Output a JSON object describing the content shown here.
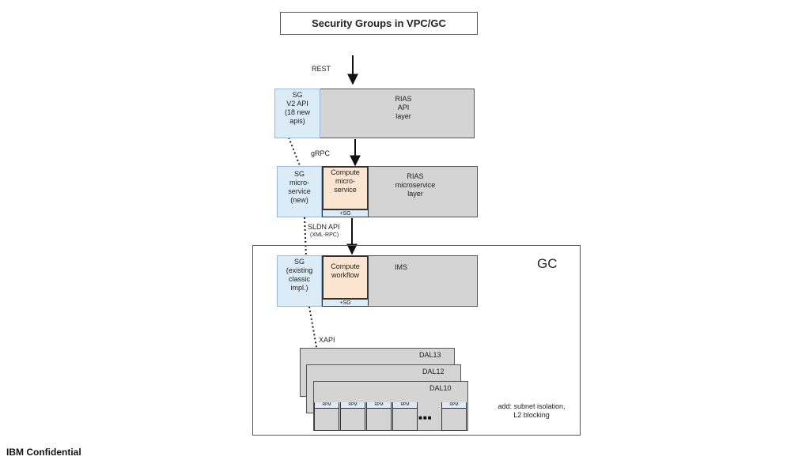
{
  "title": "Security Groups in VPC/GC",
  "arrows": {
    "rest": "REST",
    "grpc": "gRPC",
    "sldn_api": "SLDN API",
    "sldn_api_sub": "(XML-RPC)",
    "xapi": "XAPI"
  },
  "api_layer": {
    "sg_line1": "SG",
    "sg_line2": "V2 API",
    "sg_line3": "(18 new",
    "sg_line4": "apis)",
    "rias_line1": "RIAS",
    "rias_line2": "API",
    "rias_line3": "layer"
  },
  "microservice_layer": {
    "sg_line1": "SG",
    "sg_line2": "micro-",
    "sg_line3": "service",
    "sg_line4": "(new)",
    "compute_line1": "Compute",
    "compute_line2": "micro-",
    "compute_line3": "service",
    "compute_sg": "+SG",
    "rias_line1": "RIAS",
    "rias_line2": "microservice",
    "rias_line3": "layer"
  },
  "gc": {
    "label": "GC",
    "sg_line1": "SG",
    "sg_line2": "(existing",
    "sg_line3": "classic",
    "sg_line4": "impl.)",
    "compute_line1": "Compute",
    "compute_line2": "workflow",
    "compute_sg": "+SG",
    "ims": "IMS"
  },
  "datacenters": [
    "DAL13",
    "DAL12",
    "DAL10"
  ],
  "rpm_label": "RPM",
  "ellipsis": "■■■",
  "note_line1": "add: subnet isolation,",
  "note_line2": "L2 blocking",
  "footer": "IBM Confidential",
  "colors": {
    "layer_gray": "#d4d4d4",
    "sg_blue": "#dcebf8",
    "compute_peach": "#fbe5d0"
  }
}
